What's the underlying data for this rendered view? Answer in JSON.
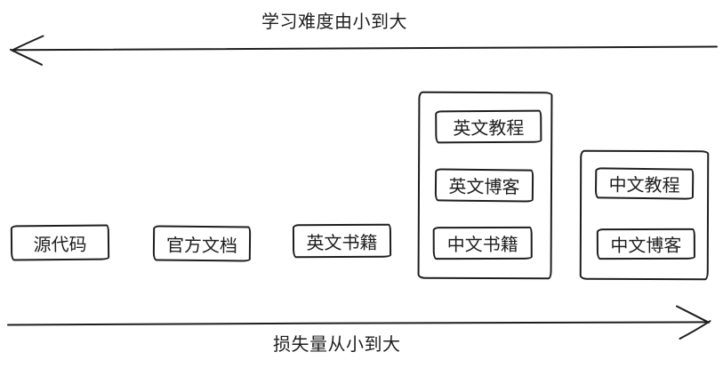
{
  "canvas": {
    "background_color": "#ffffff",
    "stroke_color": "#1e1e1e"
  },
  "axes": {
    "difficulty": {
      "label": "学习难度由小到大",
      "arrow_direction": "left"
    },
    "loss": {
      "label": "损失量从小到大",
      "arrow_direction": "right"
    }
  },
  "nodes": {
    "source_code": {
      "label": "源代码"
    },
    "official_docs": {
      "label": "官方文档"
    },
    "english_books": {
      "label": "英文书籍"
    },
    "english_tutorials": {
      "label": "英文教程"
    },
    "english_blogs": {
      "label": "英文博客"
    },
    "chinese_books": {
      "label": "中文书籍"
    },
    "chinese_tutorials": {
      "label": "中文教程"
    },
    "chinese_blogs": {
      "label": "中文博客"
    }
  }
}
